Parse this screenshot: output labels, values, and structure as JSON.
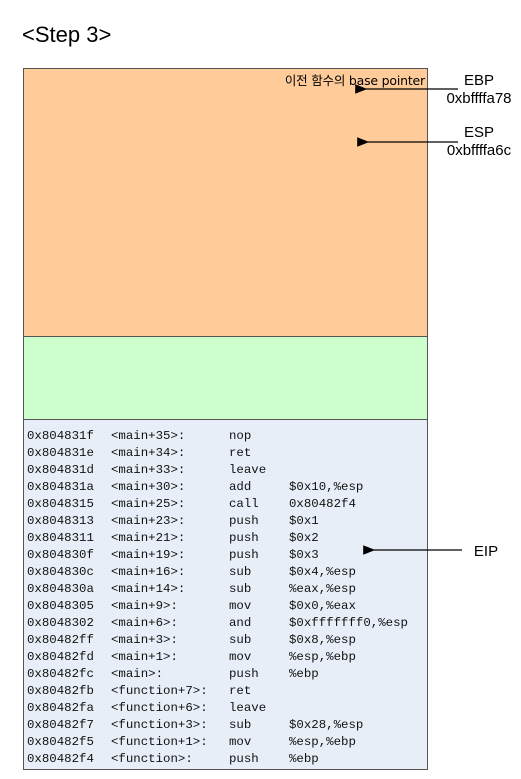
{
  "title": "<Step 3>",
  "stack": {
    "base_pointer_label": "이전 함수의 base pointer"
  },
  "registers": {
    "ebp": {
      "name": "EBP",
      "address": "0xbffffa78"
    },
    "esp": {
      "name": "ESP",
      "address": "0xbffffa6c"
    },
    "eip": {
      "name": "EIP"
    }
  },
  "code": [
    {
      "address": "0x804831f",
      "symbol": "<main+35>:",
      "op": "nop",
      "args": ""
    },
    {
      "address": "0x804831e",
      "symbol": "<main+34>:",
      "op": "ret",
      "args": ""
    },
    {
      "address": "0x804831d",
      "symbol": "<main+33>:",
      "op": "leave",
      "args": ""
    },
    {
      "address": "0x804831a",
      "symbol": "<main+30>:",
      "op": "add",
      "args": "$0x10,%esp"
    },
    {
      "address": "0x8048315",
      "symbol": "<main+25>:",
      "op": "call",
      "args": "0x80482f4"
    },
    {
      "address": "0x8048313",
      "symbol": "<main+23>:",
      "op": "push",
      "args": "$0x1"
    },
    {
      "address": "0x8048311",
      "symbol": "<main+21>:",
      "op": "push",
      "args": "$0x2"
    },
    {
      "address": "0x804830f",
      "symbol": "<main+19>:",
      "op": "push",
      "args": "$0x3"
    },
    {
      "address": "0x804830c",
      "symbol": "<main+16>:",
      "op": "sub",
      "args": "$0x4,%esp"
    },
    {
      "address": "0x804830a",
      "symbol": "<main+14>:",
      "op": "sub",
      "args": "%eax,%esp"
    },
    {
      "address": "0x8048305",
      "symbol": "<main+9>:",
      "op": "mov",
      "args": "$0x0,%eax"
    },
    {
      "address": "0x8048302",
      "symbol": "<main+6>:",
      "op": "and",
      "args": "$0xfffffff0,%esp"
    },
    {
      "address": "0x80482ff",
      "symbol": "<main+3>:",
      "op": "sub",
      "args": "$0x8,%esp"
    },
    {
      "address": "0x80482fd",
      "symbol": "<main+1>:",
      "op": "mov",
      "args": "%esp,%ebp"
    },
    {
      "address": "0x80482fc",
      "symbol": "<main>:",
      "op": "push",
      "args": "%ebp"
    },
    {
      "address": "0x80482fb",
      "symbol": "<function+7>:",
      "op": "ret",
      "args": ""
    },
    {
      "address": "0x80482fa",
      "symbol": "<function+6>:",
      "op": "leave",
      "args": ""
    },
    {
      "address": "0x80482f7",
      "symbol": "<function+3>:",
      "op": "sub",
      "args": "$0x28,%esp"
    },
    {
      "address": "0x80482f5",
      "symbol": "<function+1>:",
      "op": "mov",
      "args": "%esp,%ebp"
    },
    {
      "address": "0x80482f4",
      "symbol": "<function>:",
      "op": "push",
      "args": "%ebp"
    }
  ],
  "colors": {
    "stack_region": "#ffcc99",
    "heap_region": "#ccffcc",
    "code_region": "#e8eef7"
  }
}
